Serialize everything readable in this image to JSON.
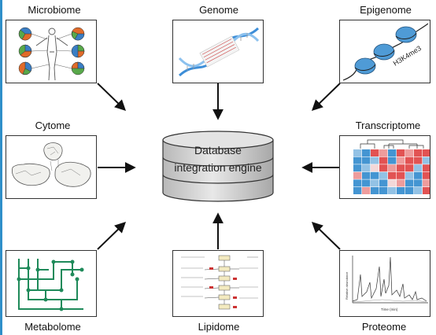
{
  "diagram": {
    "center": {
      "line1": "Database",
      "line2": "integration engine"
    },
    "omics": [
      {
        "id": "microbiome",
        "label": "Microbiome"
      },
      {
        "id": "genome",
        "label": "Genome"
      },
      {
        "id": "epigenome",
        "label": "Epigenome"
      },
      {
        "id": "cytome",
        "label": "Cytome"
      },
      {
        "id": "transcriptome",
        "label": "Transcriptome"
      },
      {
        "id": "metabolome",
        "label": "Metabolome"
      },
      {
        "id": "lipidome",
        "label": "Lipidome"
      },
      {
        "id": "proteome",
        "label": "Proteome"
      }
    ],
    "panel_texts": {
      "epigenome_mark": "H3K4me3",
      "proteome_ylabel": "Relative abundance",
      "proteome_xlabel": "Time (min)"
    },
    "colors": {
      "accent_blue": "#2f8fc9",
      "db_fill": "#d0d0d0",
      "metabolome_green": "#1f8a5a",
      "heatmap_red": "#e04a4a",
      "heatmap_blue": "#3a8fd0",
      "nucleosome_blue": "#4f9bd6",
      "dna_blue": "#3d8ed8"
    }
  }
}
